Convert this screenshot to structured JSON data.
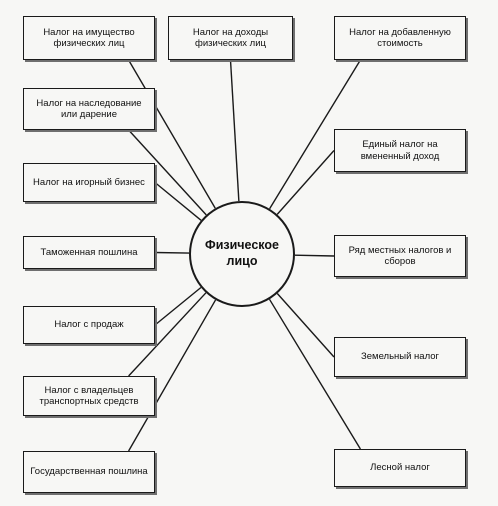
{
  "center": "Физическое лицо",
  "taxes": {
    "property": "Налог на имущество физических лиц",
    "income": "Налог на доходы физических лиц",
    "vat": "Налог на добавленную стоимость",
    "inheritance": "Налог на наследование или дарение",
    "imputed": "Единый налог на вмененный доход",
    "gambling": "Налог на игорный бизнес",
    "customs": "Таможенная пошлина",
    "local": "Ряд местных налогов и сборов",
    "sales": "Налог с продаж",
    "land": "Земельный налог",
    "vehicle": "Налог с владельцев транспортных средств",
    "state_duty": "Государственная пошлина",
    "forest": "Лесной налог"
  }
}
